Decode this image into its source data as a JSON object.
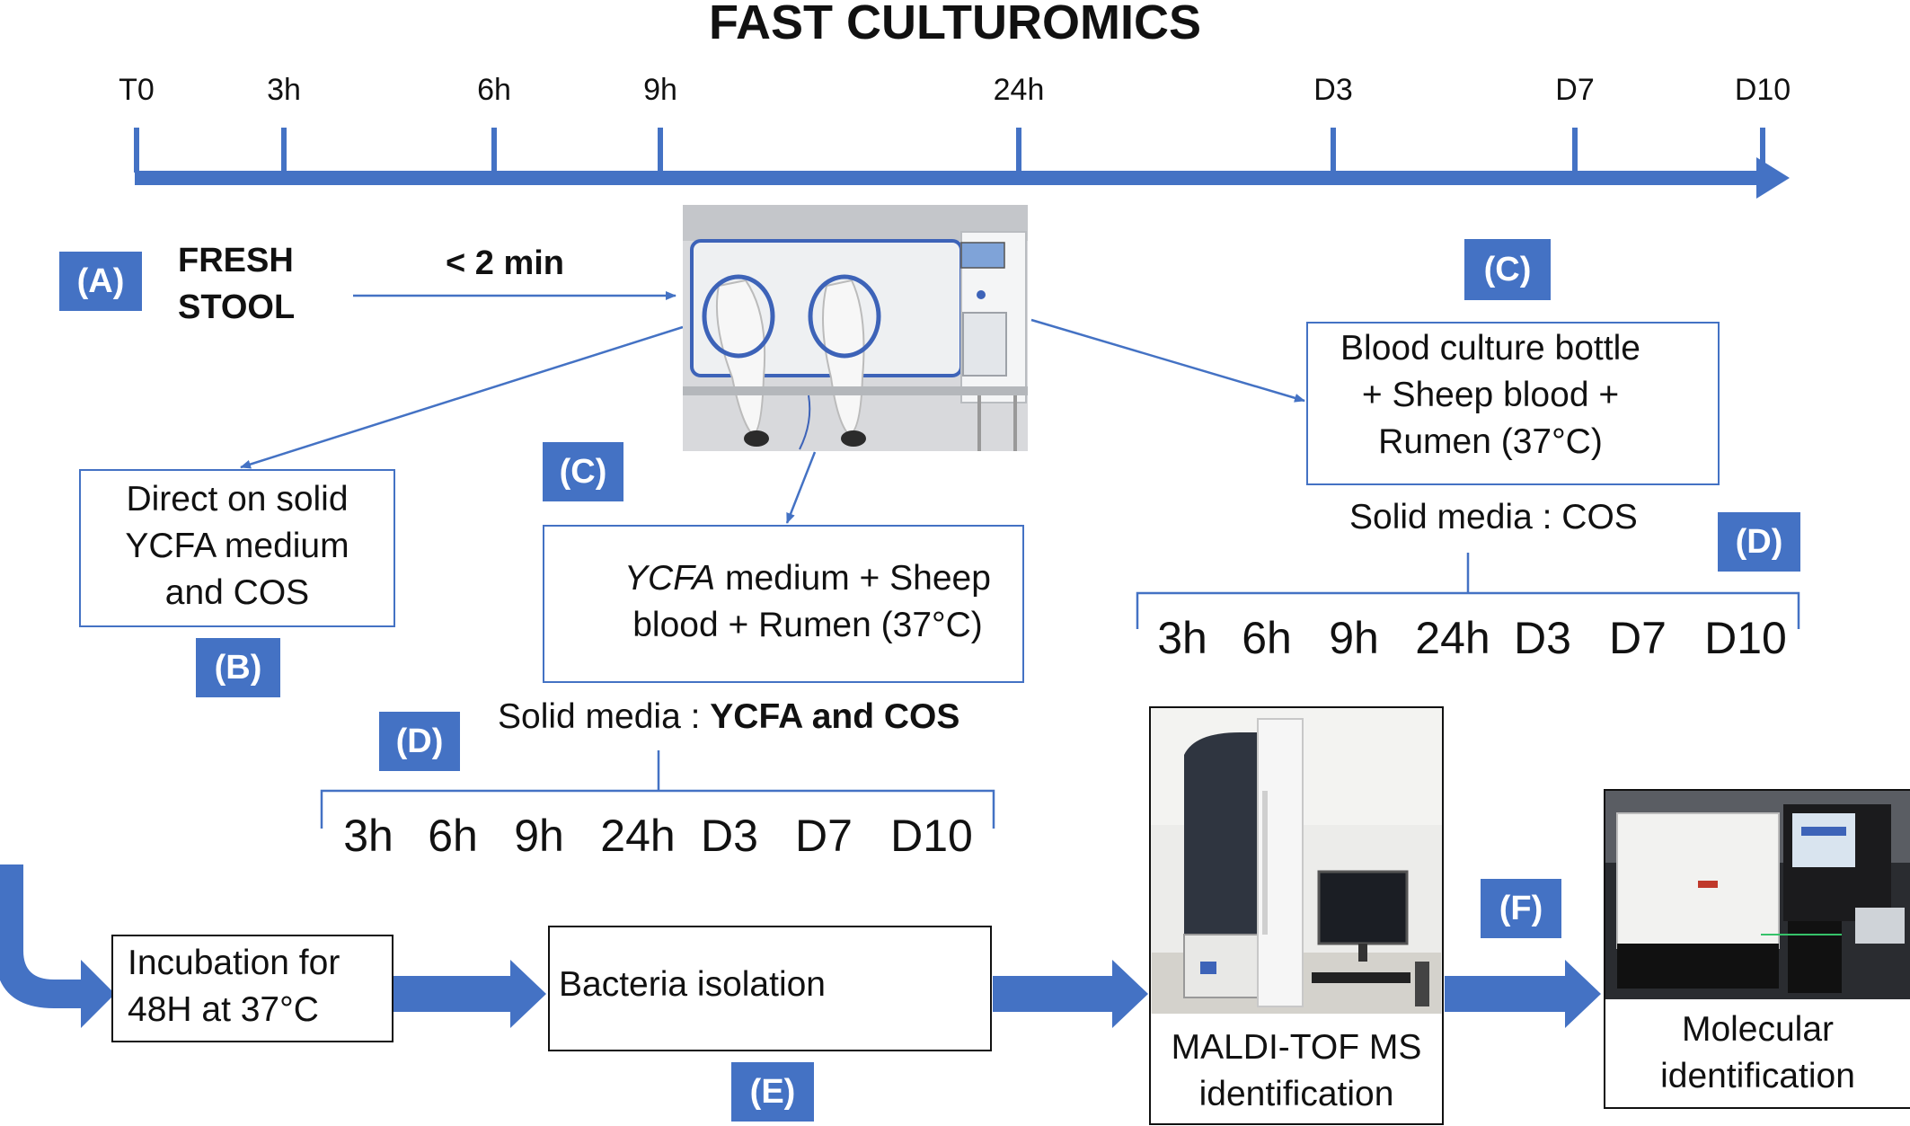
{
  "title": "FAST CULTUROMICS",
  "timeline": {
    "ticks": [
      "T0",
      "3h",
      "6h",
      "9h",
      "24h",
      "D3",
      "D7",
      "D10"
    ]
  },
  "colors": {
    "accent": "#4472c4",
    "text": "#111111"
  },
  "tags": {
    "a": "(A)",
    "b": "(B)",
    "c_left": "(C)",
    "c_right": "(C)",
    "d_left": "(D)",
    "d_right": "(D)",
    "e": "(E)",
    "f": "(F)"
  },
  "fresh_stool": [
    "FRESH",
    "STOOL"
  ],
  "transfer_time": "< 2 min",
  "direct_box": [
    "Direct on solid",
    "YCFA medium",
    "and COS"
  ],
  "ycfa_box": {
    "italic": "YCFA",
    "line1_rest": " medium + Sheep",
    "line2": "blood  + Rumen (37°C)"
  },
  "ycfa_solid_media": {
    "prefix": "Solid media : ",
    "bold": "YCFA  and COS"
  },
  "blood_box": [
    "Blood culture bottle",
    "+ Sheep blood  +",
    "Rumen (37°C)"
  ],
  "blood_solid_media": "Solid media : COS",
  "schedule_left": [
    "3h",
    "6h",
    "9h",
    "24h",
    "D3",
    "D7",
    "D10"
  ],
  "schedule_right": [
    "3h",
    "6h",
    "9h",
    "24h",
    "D3",
    "D7",
    "D10"
  ],
  "incubation": [
    "Incubation for",
    "48H at 37°C"
  ],
  "isolation": "Bacteria isolation",
  "maldi": [
    "MALDI-TOF  MS",
    "identification"
  ],
  "molecular": [
    "Molecular",
    "identification"
  ],
  "icons": [
    "anaerobic-chamber-photo",
    "culture-bottle-photo",
    "agar-plate-photo",
    "maldi-tof-instrument-photo",
    "sequencer-photo"
  ]
}
